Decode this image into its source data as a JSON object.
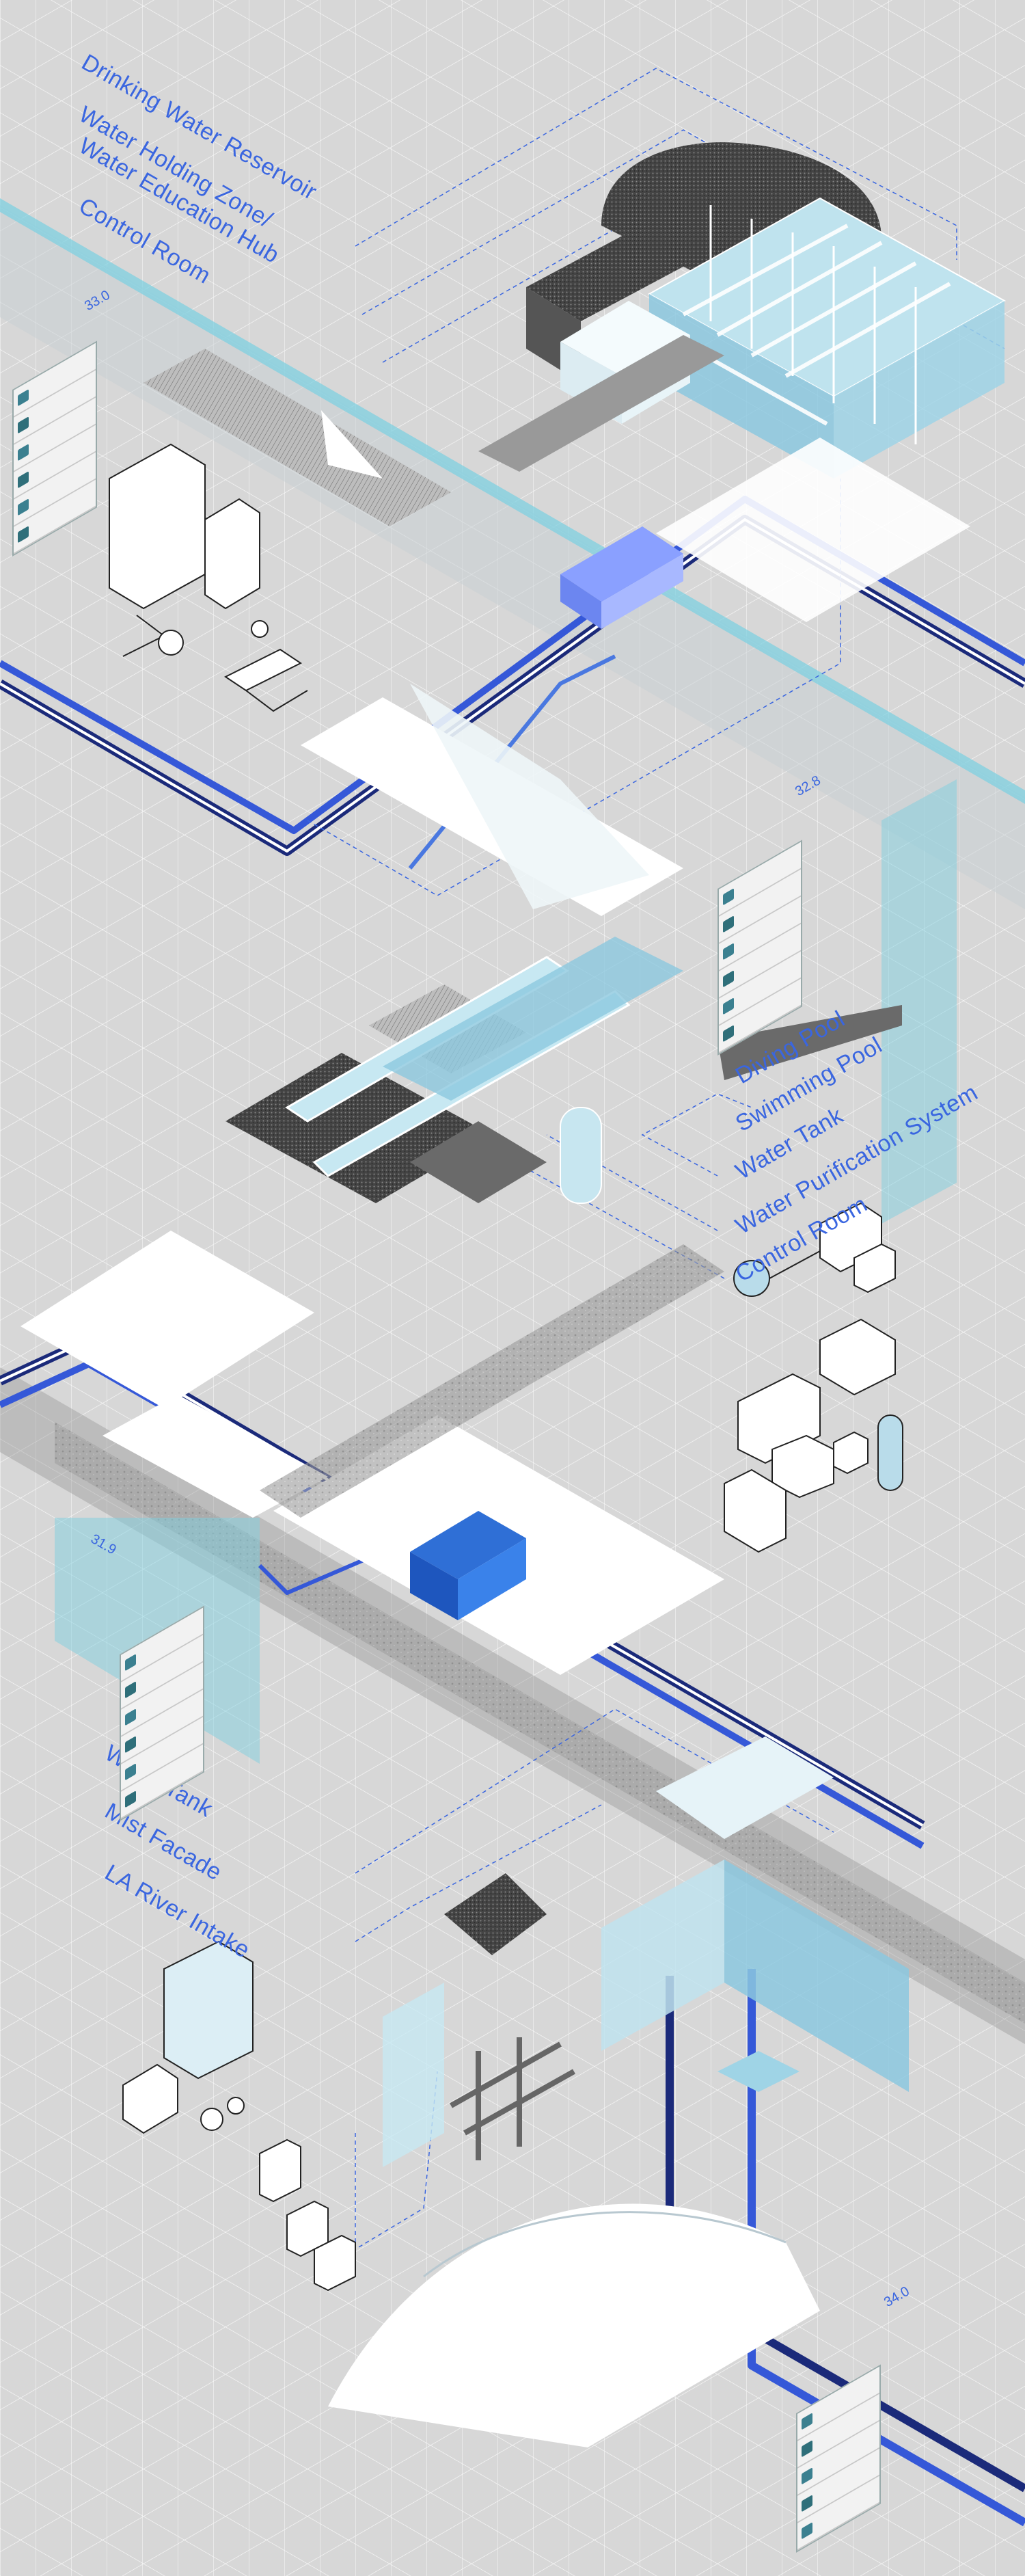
{
  "labels": {
    "drinking_water_reservoir": "Drinking Water Reservoir",
    "water_holding_zone": "Water Holding Zone/",
    "water_education_hub": "Water Education Hub",
    "control_room_top": "Control Room",
    "diving_pool": "Diving Pool",
    "swimming_pool": "Swimming Pool",
    "water_tank_mid": "Water Tank",
    "water_purification_system": "Water Purification System",
    "control_room_mid": "Control Room",
    "water_tank_bottom": "Water Tank",
    "mist_facade": "Mist Facade",
    "la_river_intake": "LA River Intake"
  },
  "dimensions": {
    "top": "33.0",
    "upper_mid": "32.8",
    "lower_mid": "31.9",
    "bottom": "34.0"
  },
  "colors": {
    "background": "#d7d7d7",
    "label_blue": "#3a66e0",
    "navy_pipe": "#1b2a7a",
    "blue_pipe": "#3558d8",
    "cyan_band": "#7fd0e0",
    "panel_bg": "#f2f2f2"
  }
}
